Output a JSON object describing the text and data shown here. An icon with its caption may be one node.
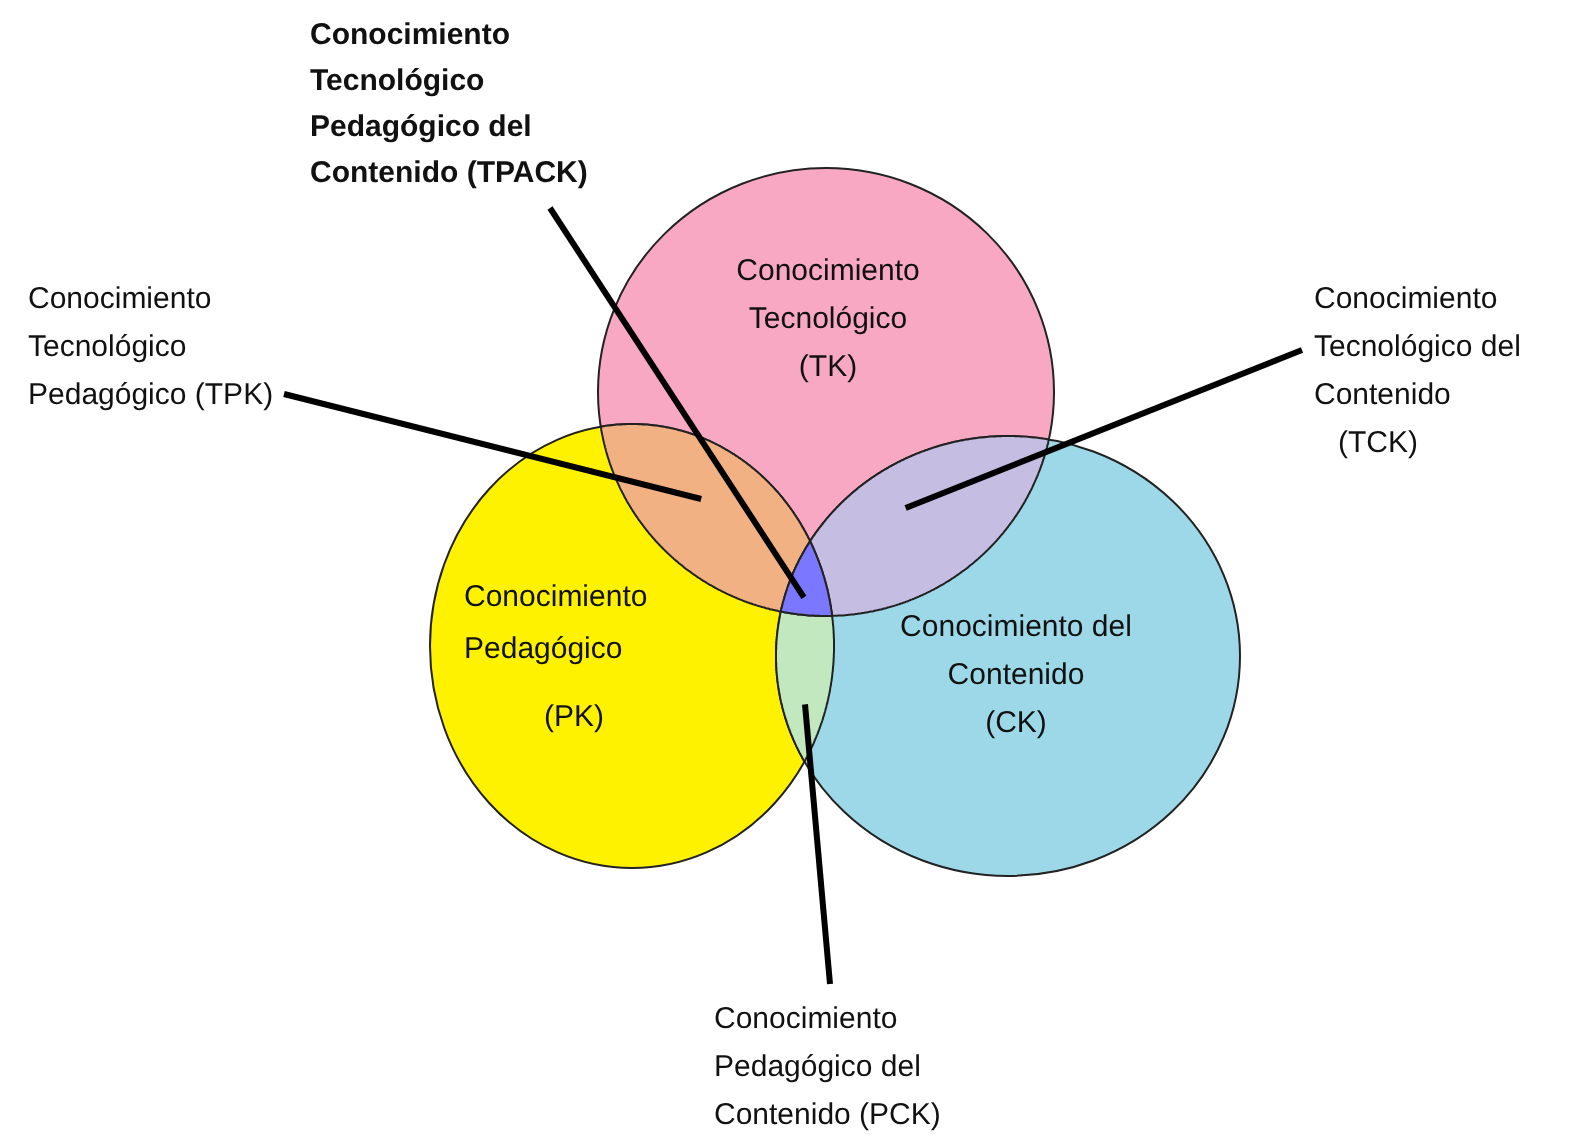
{
  "diagram": {
    "nodes": [
      {
        "text": [
          "Conocimiento Tecnológico Pedagógico del Contenido (TPACK)"
        ]
      },
      {
        "text": [
          "Conocimiento Tecnológico",
          "(TK)"
        ]
      },
      {
        "text": [
          "Conocimiento Tecnológico Pedagógico (TPK)"
        ]
      },
      {
        "text": [
          "Conocimiento Tecnológico del Contenido",
          "(TCK)"
        ]
      },
      {
        "text": [
          "Conocimiento Pedagógico",
          "(PK)"
        ]
      },
      {
        "text": [
          "Conocimiento del Contenido",
          "(CK)"
        ]
      },
      {
        "text": [
          "Conocimiento Pedagógico del Contenido (PCK)"
        ]
      },
      {
        "text": [],
        "shape": "lens"
      },
      {
        "text": [],
        "shape": "lens"
      },
      {
        "text": [],
        "shape": "lens"
      },
      {
        "text": [],
        "shape": "lens"
      }
    ],
    "edges": [
      {
        "from": 0,
        "to": 10,
        "arrow": "none"
      },
      {
        "from": 2,
        "to": 7,
        "arrow": "none"
      },
      {
        "from": 3,
        "to": 8,
        "arrow": "none"
      },
      {
        "from": 6,
        "to": 9,
        "arrow": "none"
      }
    ]
  }
}
